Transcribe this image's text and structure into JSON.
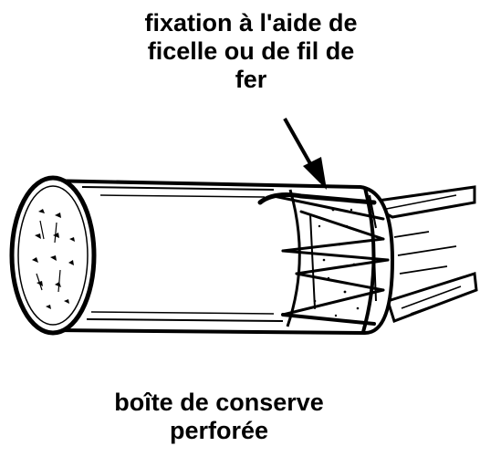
{
  "labels": {
    "fixation": {
      "line1": "fixation à l'aide de",
      "line2": "ficelle ou de fil de",
      "line3": "fer"
    },
    "can": {
      "line1": "boîte de conserve",
      "line2": "perforée"
    }
  },
  "colors": {
    "ink": "#000000",
    "paper": "#ffffff"
  }
}
